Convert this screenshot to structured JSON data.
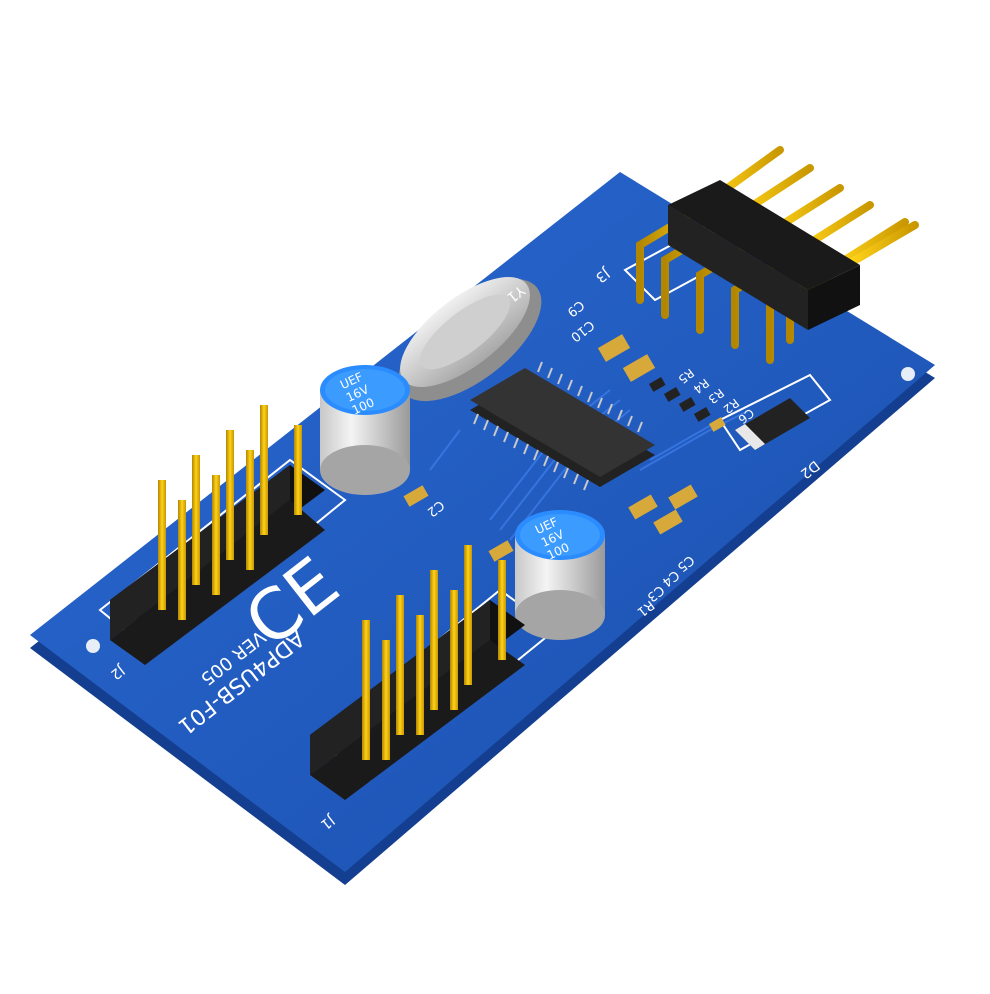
{
  "board": {
    "model": "ADP4USB-F01",
    "version": "VER 005",
    "colors": {
      "pcb": "#1f57b8",
      "pcb_edge": "#123f8f",
      "silkscreen": "#ffffff",
      "pin_gold": "#e6b800",
      "header_plastic": "#1b1b1b",
      "capacitor_top": "#2a8cff"
    }
  },
  "labels": {
    "j1": "J1",
    "j2": "J2",
    "j3": "J3",
    "y1": "Y1",
    "d2": "D2",
    "c2": "C2",
    "c9": "C9",
    "c10": "C10",
    "c3": "C3",
    "c4": "C4",
    "c5": "C5",
    "c6": "C6",
    "r1": "R1",
    "r2": "R2",
    "r3": "R3",
    "r4": "R4",
    "r5": "R5",
    "cap_text_line1": "UEF",
    "cap_text_line2": "16V",
    "cap_text_line3": "100",
    "ce_mark": "CE"
  }
}
